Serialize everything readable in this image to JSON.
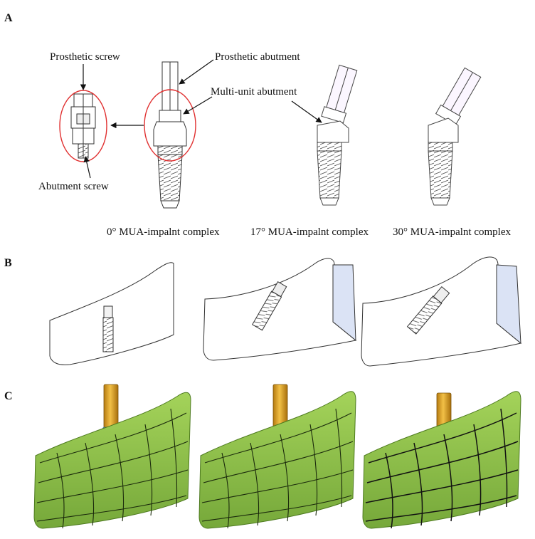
{
  "panels": {
    "a": "A",
    "b": "B",
    "c": "C"
  },
  "callouts": {
    "prosthetic_screw": "Prosthetic screw",
    "prosthetic_abutment": "Prosthetic abutment",
    "multi_unit_abutment": "Multi-unit abutment",
    "abutment_screw": "Abutment screw"
  },
  "captions": {
    "complex_0": "0° MUA-impalnt complex",
    "complex_17": "17° MUA-impalnt complex",
    "complex_30": "30° MUA-impalnt complex"
  },
  "colors": {
    "highlight_ellipse": "#e03030",
    "bone_mesh": "#8cc04a",
    "bone_mesh_dark": "#5e8f2a",
    "abutment_gold": "#e3a51f",
    "implant_blue": "#8cc3e0",
    "line": "#222222"
  }
}
